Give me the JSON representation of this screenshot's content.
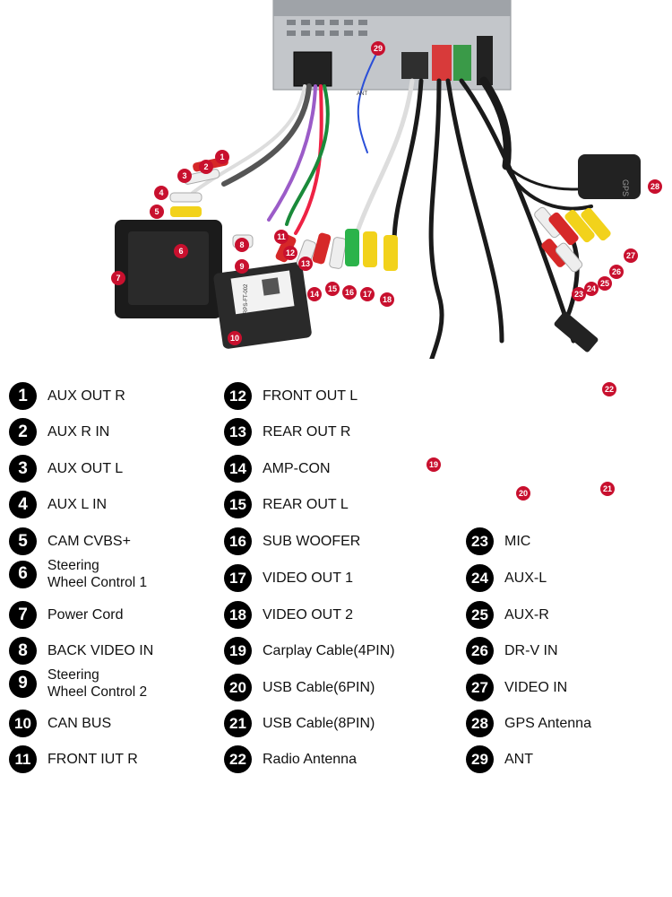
{
  "markers": [
    "1",
    "2",
    "3",
    "4",
    "5",
    "6",
    "7",
    "8",
    "9",
    "10",
    "11",
    "12",
    "13",
    "14",
    "15",
    "16",
    "17",
    "18",
    "19",
    "20",
    "21",
    "22",
    "23",
    "24",
    "25",
    "26",
    "27",
    "28",
    "29"
  ],
  "module_labels": {
    "can_module_text": "RPS-FT-002",
    "antenna_text": "GPS",
    "ant_label": "ANT"
  },
  "legend": [
    {
      "num": "1",
      "label": "AUX OUT R"
    },
    {
      "num": "2",
      "label": "AUX R IN"
    },
    {
      "num": "3",
      "label": "AUX OUT L"
    },
    {
      "num": "4",
      "label": "AUX L IN"
    },
    {
      "num": "5",
      "label": "CAM CVBS+"
    },
    {
      "num": "6",
      "label": "Steering",
      "label2": "Wheel Control 1"
    },
    {
      "num": "7",
      "label": "Power Cord"
    },
    {
      "num": "8",
      "label": "BACK VIDEO IN"
    },
    {
      "num": "9",
      "label": "Steering",
      "label2": "Wheel Control 2"
    },
    {
      "num": "10",
      "label": "CAN BUS"
    },
    {
      "num": "11",
      "label": "FRONT IUT R"
    },
    {
      "num": "12",
      "label": "FRONT OUT L"
    },
    {
      "num": "13",
      "label": "REAR OUT R"
    },
    {
      "num": "14",
      "label": "AMP-CON"
    },
    {
      "num": "15",
      "label": "REAR OUT L"
    },
    {
      "num": "16",
      "label": "SUB WOOFER"
    },
    {
      "num": "17",
      "label": "VIDEO OUT 1"
    },
    {
      "num": "18",
      "label": "VIDEO OUT 2"
    },
    {
      "num": "19",
      "label": "Carplay Cable(4PIN)"
    },
    {
      "num": "20",
      "label": "USB Cable(6PIN)"
    },
    {
      "num": "21",
      "label": "USB Cable(8PIN)"
    },
    {
      "num": "22",
      "label": "Radio Antenna"
    },
    {
      "num": "23",
      "label": "MIC"
    },
    {
      "num": "24",
      "label": "AUX-L"
    },
    {
      "num": "25",
      "label": "AUX-R"
    },
    {
      "num": "26",
      "label": "DR-V IN"
    },
    {
      "num": "27",
      "label": "VIDEO IN"
    },
    {
      "num": "28",
      "label": "GPS Antenna"
    },
    {
      "num": "29",
      "label": "ANT"
    }
  ],
  "colors": {
    "marker": "#c8102e",
    "badge": "#000000",
    "cable": "#1a1a1a",
    "rca_red": "#d62828",
    "rca_white": "#eeeeee",
    "rca_yellow": "#f2d21b",
    "rca_green": "#2bb34a",
    "chassis": "#b9bcc0"
  }
}
